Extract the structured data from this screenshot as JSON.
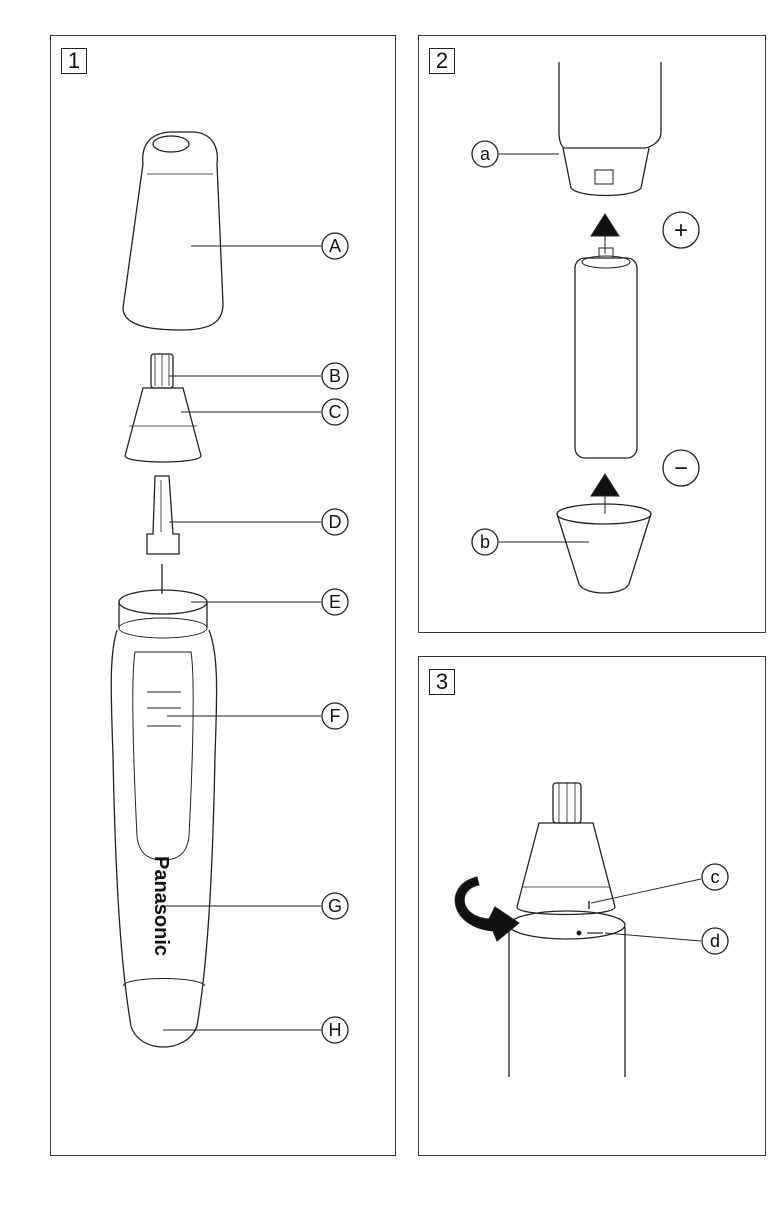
{
  "panels": [
    {
      "number": "1"
    },
    {
      "number": "2"
    },
    {
      "number": "3"
    }
  ],
  "callouts_panel1": [
    "A",
    "B",
    "C",
    "D",
    "E",
    "F",
    "G",
    "H"
  ],
  "callouts_panel2": [
    "a",
    "b"
  ],
  "callouts_panel3": [
    "c",
    "d"
  ],
  "brand": "Panasonic",
  "polarity": {
    "plus": "+",
    "minus": "−"
  }
}
